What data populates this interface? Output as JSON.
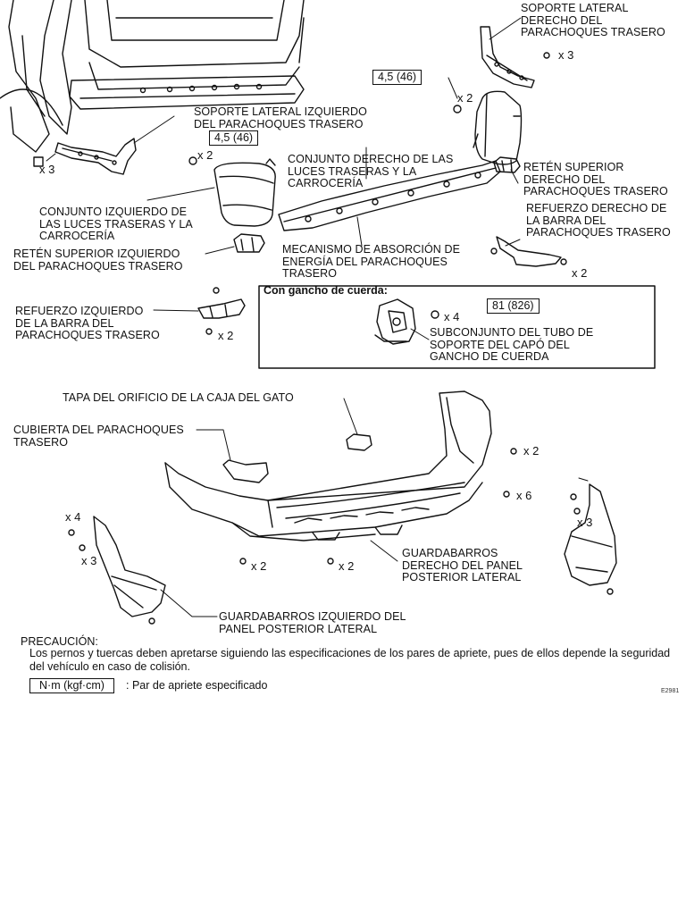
{
  "labels": {
    "right_side_bracket": "SOPORTE LATERAL\nDERECHO DEL\nPARACHOQUES TRASERO",
    "left_side_bracket": "SOPORTE LATERAL IZQUIERDO\nDEL PARACHOQUES TRASERO",
    "right_lamp": "CONJUNTO DERECHO DE LAS\nLUCES TRASERAS Y LA\nCARROCERÍA",
    "right_upper_retainer": "RETÉN SUPERIOR\nDERECHO DEL\nPARACHOQUES TRASERO",
    "left_lamp": "CONJUNTO IZQUIERDO DE\nLAS LUCES TRASERAS Y LA\nCARROCERÍA",
    "right_reinforcement": "REFUERZO DERECHO DE\nLA BARRA DEL\nPARACHOQUES TRASERO",
    "left_upper_retainer": "RETÉN SUPERIOR IZQUIERDO\nDEL PARACHOQUES TRASERO",
    "absorber": "MECANISMO DE ABSORCIÓN DE\nENERGÍA DEL PARACHOQUES\nTRASERO",
    "left_reinforcement": "REFUERZO IZQUIERDO\nDE LA BARRA DEL\nPARACHOQUES TRASERO",
    "hook_subassembly": "SUBCONJUNTO DEL TUBO DE\nSOPORTE DEL CAPÓ DEL\nGANCHO DE CUERDA",
    "jack_hole_cover": "TAPA DEL ORIFICIO DE LA CAJA DEL GATO",
    "bumper_cover": "CUBIERTA DEL PARACHOQUES\nTRASERO",
    "right_mudguard": "GUARDABARROS\nDERECHO DEL PANEL\nPOSTERIOR LATERAL",
    "left_mudguard": "GUARDABARROS IZQUIERDO DEL\nPANEL POSTERIOR LATERAL"
  },
  "quantities": {
    "x3": "x 3",
    "x2": "x 2",
    "x4": "x 4",
    "x6": "x 6"
  },
  "torques": {
    "lamp": "4,5 (46)",
    "hook": "81 (826)"
  },
  "inset": {
    "title": "Con gancho de cuerda:"
  },
  "caution": {
    "heading": "PRECAUCIÓN:",
    "text": "Los pernos y tuercas deben apretarse siguiendo las especificaciones de los pares de apriete, pues de ellos depende la seguridad del vehículo en caso de colisión."
  },
  "legend": {
    "unit": "N·m (kgf·cm)",
    "description": ": Par de apriete especificado"
  },
  "figure_code": "E2981",
  "colors": {
    "ink": "#111111",
    "background": "#ffffff"
  }
}
